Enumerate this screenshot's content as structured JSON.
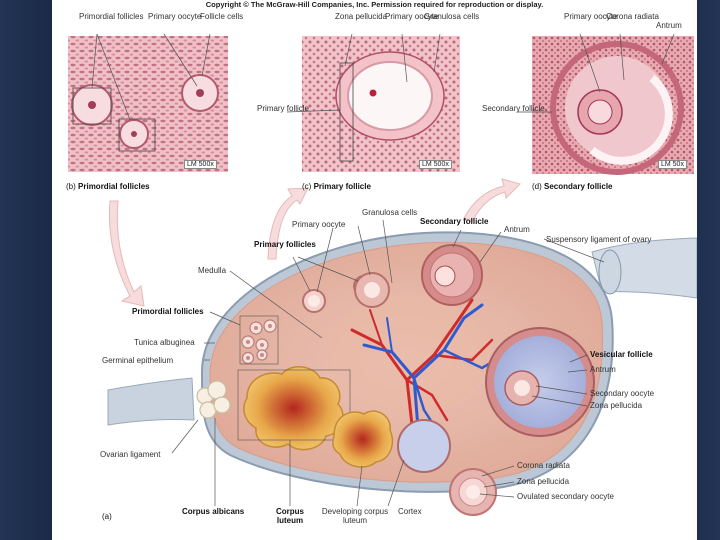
{
  "copyright": "Copyright © The McGraw-Hill Companies, Inc. Permission required for reproduction or display.",
  "micrographs": {
    "b": {
      "labels": [
        "Primordial follicles",
        "Primary oocyte",
        "Follicle cells"
      ],
      "scale": "LM 500x",
      "caption_letter": "(b)",
      "caption": "Primordial follicles"
    },
    "c": {
      "labels": [
        "Zona pellucida",
        "Primary oocyte",
        "Granulosa cells",
        "Primary follicle"
      ],
      "scale": "LM 500x",
      "caption_letter": "(c)",
      "caption": "Primary follicle"
    },
    "d": {
      "labels": [
        "Primary oocyte",
        "Corona radiata",
        "Antrum",
        "Secondary follicle"
      ],
      "scale": "LM 50x",
      "caption_letter": "(d)",
      "caption": "Secondary follicle"
    }
  },
  "ovary": {
    "labels": {
      "granulosa_cells": "Granulosa cells",
      "primary_oocyte": "Primary oocyte",
      "secondary_follicle": "Secondary follicle",
      "antrum_top": "Antrum",
      "suspensory_ligament": "Suspensory ligament of ovary",
      "primary_follicles": "Primary follicles",
      "medulla": "Medulla",
      "primordial_follicles": "Primordial follicles",
      "tunica_albuginea": "Tunica albuginea",
      "germinal_epithelium": "Germinal epithelium",
      "vesicular_follicle": "Vesicular follicle",
      "antrum_vesicular": "Antrum",
      "secondary_oocyte": "Secondary oocyte",
      "zona_pellucida": "Zona pellucida",
      "ovarian_ligament": "Ovarian ligament",
      "corona_radiata": "Corona radiata",
      "zona_pellucida_ovulated": "Zona pellucida",
      "ovulated_secondary_oocyte": "Ovulated secondary oocyte",
      "corpus_albicans": "Corpus albicans",
      "corpus_luteum": "Corpus luteum",
      "developing_corpus_luteum": "Developing corpus luteum",
      "cortex": "Cortex"
    },
    "caption_letter": "(a)"
  }
}
